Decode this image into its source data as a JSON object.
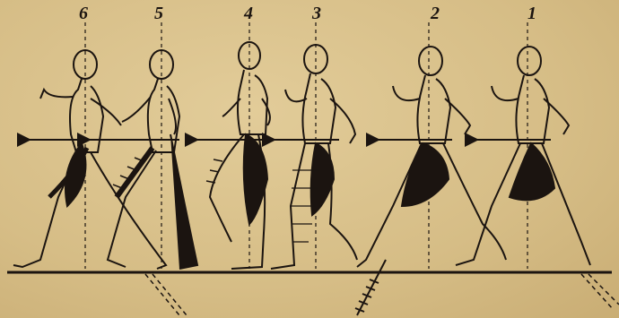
{
  "figure": {
    "frame_labels": [
      "6",
      "5",
      "4",
      "3",
      "2",
      "1"
    ]
  }
}
